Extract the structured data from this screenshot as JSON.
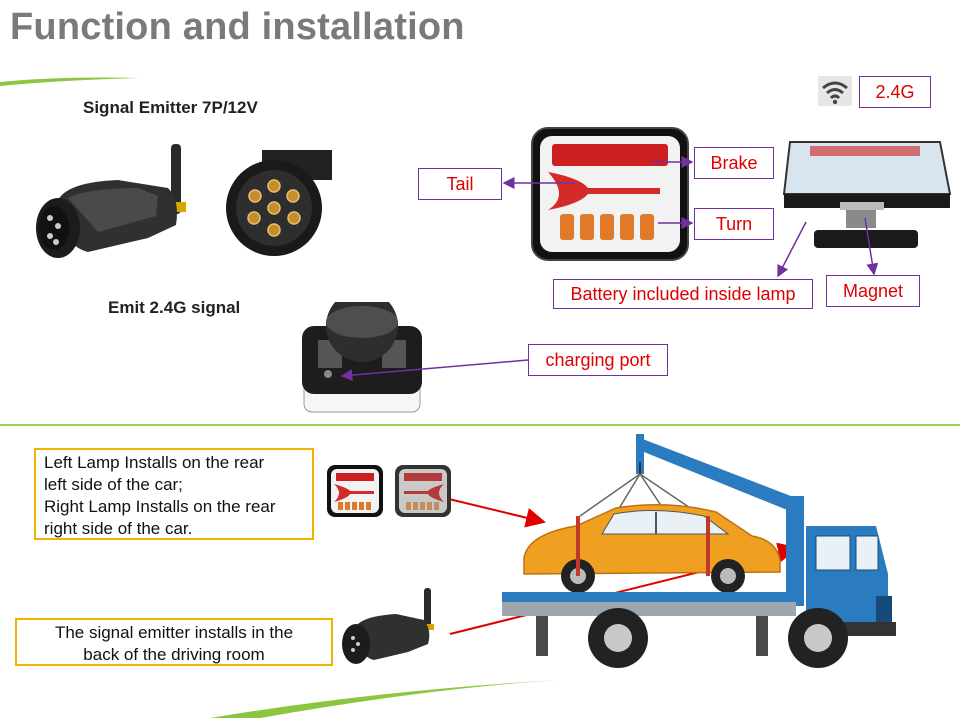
{
  "page": {
    "title": "Function and installation",
    "emitter_heading": "Signal Emitter  7P/12V",
    "emit_signal_heading": "Emit 2.4G signal"
  },
  "labels": {
    "frequency": "2.4G",
    "brake": "Brake",
    "tail": "Tail",
    "turn": "Turn",
    "battery": "Battery included inside lamp",
    "magnet": "Magnet",
    "charging_port": "charging port"
  },
  "notes": {
    "lamp_install": [
      "Left Lamp Installs on the rear",
      "left side of the car;",
      "Right Lamp Installs on the rear",
      "right side of the car."
    ],
    "emitter_install": [
      "The signal emitter installs in the",
      "back of the driving room"
    ]
  },
  "icons": [
    "wifi-icon"
  ],
  "colors": {
    "label_text": "#e00000",
    "label_border": "#7030a0",
    "note_border": "#f0b400",
    "accent_green": "#8cc63f",
    "arrow_red": "#e00000",
    "truck_blue": "#2b7bc0"
  }
}
